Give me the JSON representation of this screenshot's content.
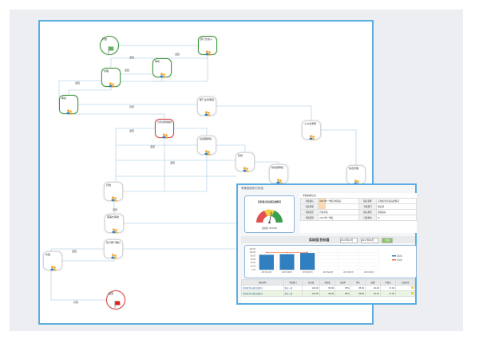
{
  "flow": {
    "nodes": [
      {
        "id": "start",
        "label": "开始",
        "type": "start",
        "status": "green"
      },
      {
        "id": "n1",
        "label": "部门负责人",
        "status": "green"
      },
      {
        "id": "n2",
        "label": "审核",
        "status": "green"
      },
      {
        "id": "n3",
        "label": "办理",
        "status": "green"
      },
      {
        "id": "n4",
        "label": "审批",
        "status": "green"
      },
      {
        "id": "n5",
        "label": "部门主管审批",
        "status": "gray"
      },
      {
        "id": "n6",
        "label": "分管领导审批",
        "status": "red"
      },
      {
        "id": "n7",
        "label": "总经理审批",
        "status": "gray"
      },
      {
        "id": "n8",
        "label": "人力资源部",
        "status": "gray"
      },
      {
        "id": "n9",
        "label": "复核",
        "status": "gray"
      },
      {
        "id": "n10",
        "label": "财务部审核",
        "status": "gray"
      },
      {
        "id": "n11",
        "label": "综合管理",
        "status": "gray"
      },
      {
        "id": "n12",
        "label": "归档",
        "status": "gray"
      },
      {
        "id": "n13",
        "label": "董事长审批",
        "status": "gray"
      },
      {
        "id": "n14",
        "label": "执行部门确认",
        "status": "gray"
      },
      {
        "id": "n15",
        "label": "办结",
        "status": "gray"
      },
      {
        "id": "end",
        "label": "结束",
        "type": "end",
        "status": "red"
      }
    ],
    "edge_labels": [
      "退回",
      "退回",
      "退回",
      "退回",
      "同意",
      "退回",
      "退回",
      "退回",
      "同意",
      "退回",
      "同意"
    ],
    "colors": {
      "done": "#3d9a3d",
      "current": "#d94545",
      "pending": "#d6d6d6",
      "line": "#bcd6ea",
      "frame": "#5aaee0"
    }
  },
  "dashboard": {
    "tab": "考核指标执行状态",
    "gauge_title": "实际值/目标值完成情况",
    "gauge_value": "实际值: 85.00%",
    "info_title": "考核指标信息",
    "info_rows": [
      [
        "考核指标",
        "2017年一季度考核指标",
        "指标名称",
        "实际值/目标值完成情况"
      ],
      [
        "考核周期",
        "",
        "考核部门",
        "事业部"
      ],
      [
        "考核类型",
        "月度考核",
        "指标类型",
        "量化指标"
      ],
      [
        "考核期间",
        "2017年一季度",
        "计量单位",
        "%"
      ]
    ],
    "section_title": "实际值/目标值",
    "query": {
      "from": "2017年01月",
      "to": "2017年06月",
      "button": "查询"
    },
    "chart_data": {
      "type": "bar",
      "categories": [
        "2017年01月",
        "2017年02月",
        "2017年03月",
        "2017年04月",
        "2017年05月",
        "2017年06月"
      ],
      "series": [
        {
          "name": "实际值",
          "type": "bar",
          "values": [
            85,
            88,
            95,
            null,
            null,
            null
          ],
          "color": "#2f7fc1"
        },
        {
          "name": "目标值",
          "type": "line",
          "values": [
            100,
            100,
            100,
            null,
            null,
            null
          ],
          "color": "#e8704a"
        }
      ],
      "ylim": [
        0,
        120
      ],
      "yticks": [
        "0.00",
        "20.00",
        "40.00",
        "60.00",
        "80.00",
        "100.00",
        "120.00"
      ]
    },
    "table": {
      "headers": [
        "指标名称",
        "考核部门",
        "目标值",
        "实际值",
        "完成率",
        "得分",
        "权重",
        "考核分",
        "完成状态"
      ],
      "rows": [
        [
          "实际值/目标值完成情况",
          "事业一部",
          "100.00",
          "85.00",
          "85%",
          "85.00",
          "20.00",
          "17.00",
          ""
        ],
        [
          "实际值/目标值完成情况",
          "事业二部",
          "100.00",
          "88.00",
          "88%",
          "88.00",
          "20.00",
          "17.60",
          ""
        ]
      ]
    }
  }
}
